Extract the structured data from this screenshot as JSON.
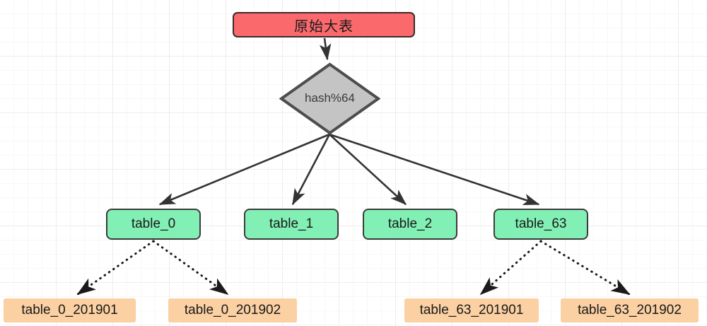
{
  "diagram": {
    "title": "Sharding diagram",
    "background": {
      "color": "#ffffff",
      "grid_minor_color": "#f7f7f7",
      "grid_major_color": "#ededed"
    },
    "nodes": {
      "source": {
        "label": "原始大表",
        "shape": "rounded-rect",
        "fill": "#fa6a6d",
        "stroke": "#3b2b2c"
      },
      "hash": {
        "label": "hash%64",
        "shape": "diamond",
        "fill": "#c4c4c4",
        "stroke": "#4d4d4d"
      },
      "shards": [
        {
          "label": "table_0",
          "fill": "#82f0b4",
          "stroke": "#3b3b3b"
        },
        {
          "label": "table_1",
          "fill": "#82f0b4",
          "stroke": "#3b3b3b"
        },
        {
          "label": "table_2",
          "fill": "#82f0b4",
          "stroke": "#3b3b3b"
        },
        {
          "label": "table_63",
          "fill": "#82f0b4",
          "stroke": "#3b3b3b"
        }
      ],
      "partitions": [
        {
          "label": "table_0_201901",
          "fill": "#fbd0a2"
        },
        {
          "label": "table_0_201902",
          "fill": "#fbd0a2"
        },
        {
          "label": "table_63_201901",
          "fill": "#fbd0a2"
        },
        {
          "label": "table_63_201902",
          "fill": "#fbd0a2"
        }
      ]
    },
    "edges": {
      "solid_color": "#333333",
      "dotted_color": "#1a1a1a",
      "solid": [
        {
          "from": "source",
          "to": "hash"
        },
        {
          "from": "hash",
          "to": "table_0"
        },
        {
          "from": "hash",
          "to": "table_1"
        },
        {
          "from": "hash",
          "to": "table_2"
        },
        {
          "from": "hash",
          "to": "table_63"
        }
      ],
      "dotted": [
        {
          "from": "table_0",
          "to": "table_0_201901"
        },
        {
          "from": "table_0",
          "to": "table_0_201902"
        },
        {
          "from": "table_63",
          "to": "table_63_201901"
        },
        {
          "from": "table_63",
          "to": "table_63_201902"
        }
      ]
    }
  }
}
